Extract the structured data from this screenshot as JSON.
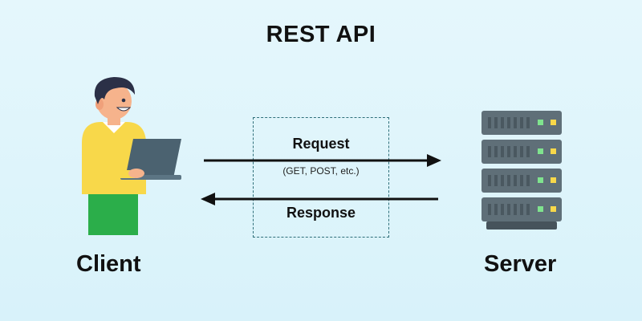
{
  "title": "REST API",
  "client": {
    "label": "Client"
  },
  "server": {
    "label": "Server"
  },
  "request": {
    "label": "Request",
    "methods": "(GET, POST, etc.)"
  },
  "response": {
    "label": "Response"
  },
  "colors": {
    "background": "#e0f5fb",
    "shirt": "#f8d84a",
    "pants": "#2bae4a",
    "skin": "#f6b38c",
    "hair": "#2b3047",
    "laptop": "#4b6270",
    "server_body": "#5f6f78",
    "server_light_green": "#7fe38e",
    "server_light_yellow": "#f8d84a",
    "arrow": "#111111",
    "dashed_box": "#2f6f7a"
  },
  "icons": [
    "person-with-laptop-icon",
    "server-rack-icon",
    "request-arrow-icon",
    "response-arrow-icon"
  ]
}
